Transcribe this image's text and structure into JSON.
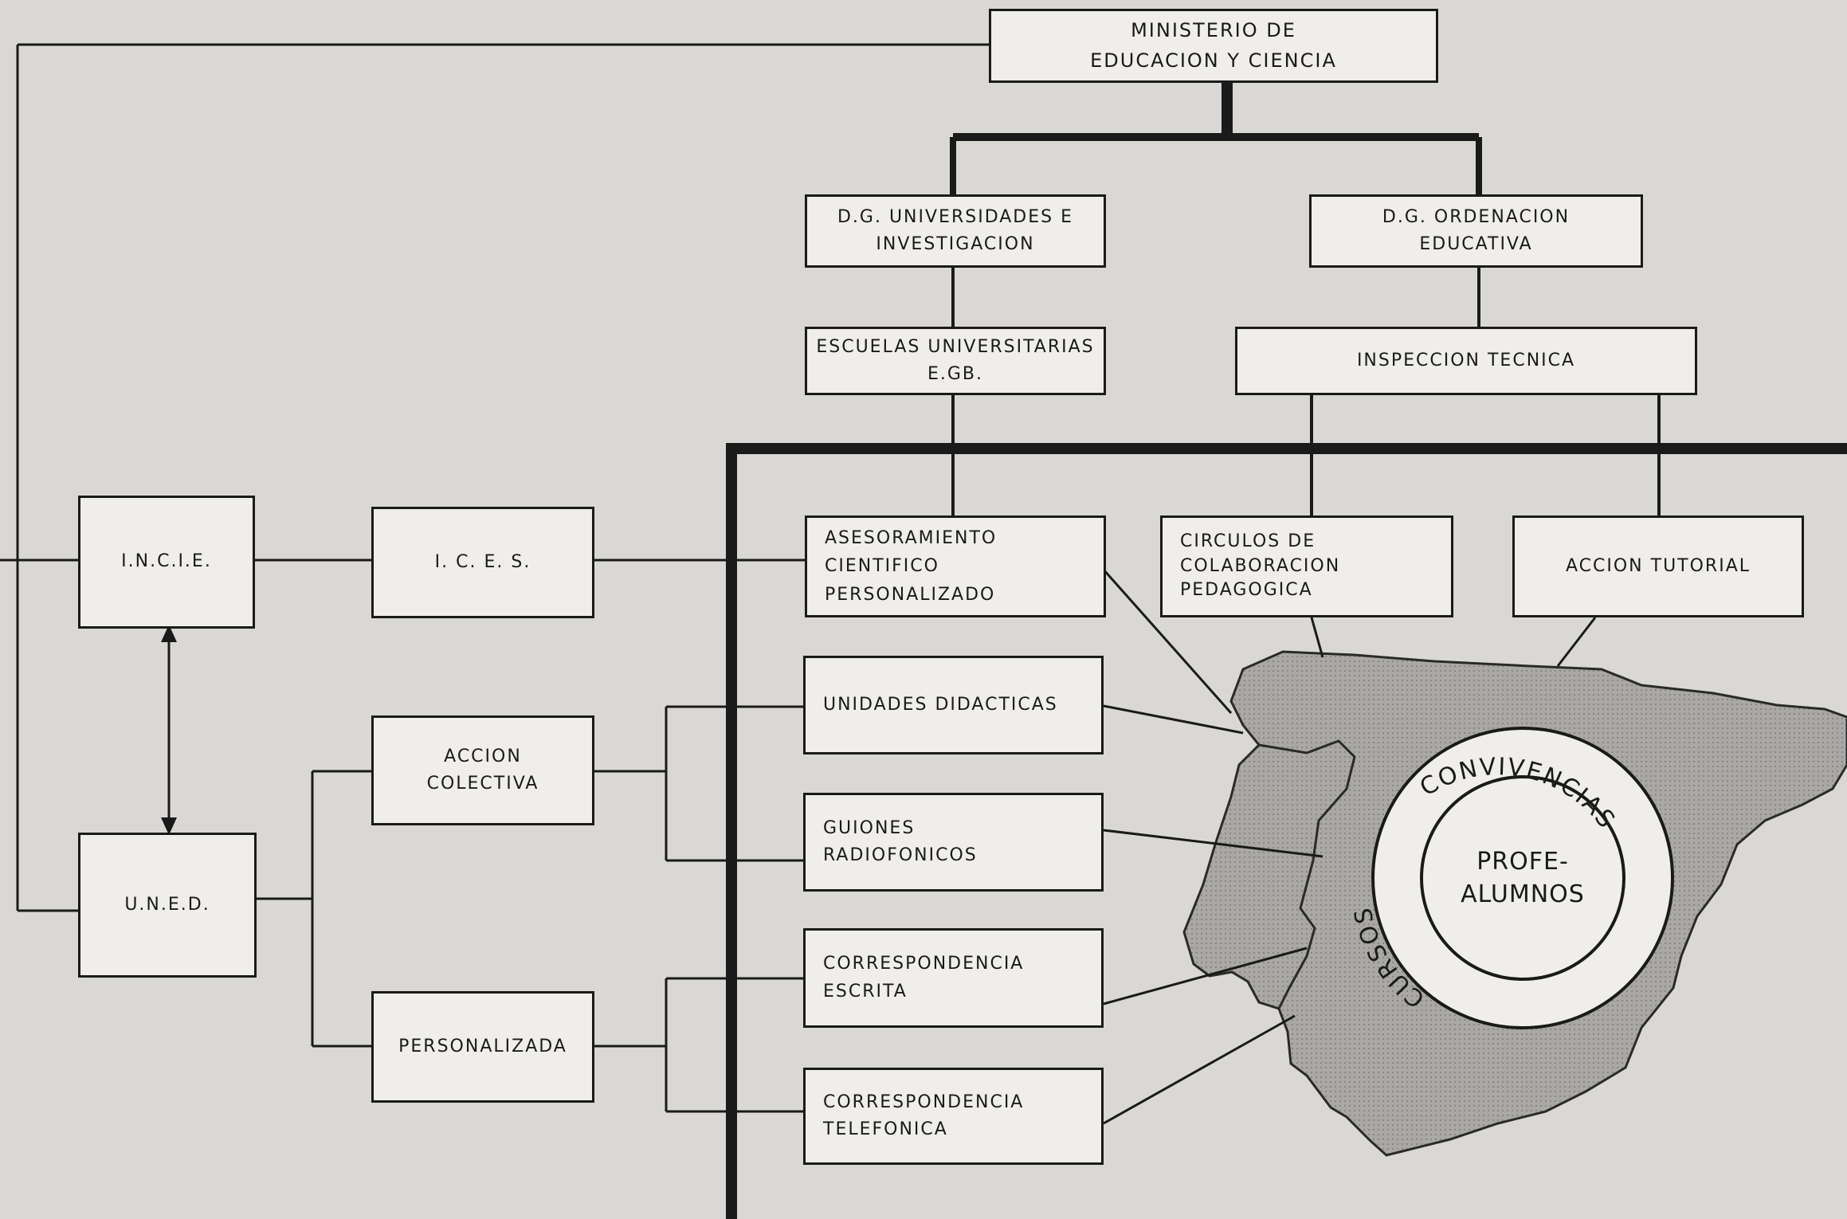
{
  "colors": {
    "ink": "#1a1a1a",
    "paper": "#d9d8d4",
    "box_fill": "#efeeea",
    "map_fill": "#a9a8a4"
  },
  "nodes": {
    "ministerio": "MINISTERIO DE\nEDUCACION  Y  CIENCIA",
    "dg_universidades": "D.G. UNIVERSIDADES  E\nINVESTIGACION",
    "dg_ordenacion": "D.G.  ORDENACION\nEDUCATIVA",
    "escuelas": "ESCUELAS UNIVERSITARIAS\nE.GB.",
    "inspeccion": "INSPECCION  TECNICA",
    "asesoramiento": "ASESORAMIENTO\nCIENTIFICO\nPERSONALIZADO",
    "circulos": "CIRCULOS  DE\nCOLABORACION\nPEDAGOGICA",
    "accion_tutorial": "ACCION  TUTORIAL",
    "incie": "I.N.C.I.E.",
    "ices": "I. C. E. S.",
    "uned": "U.N.E.D.",
    "accion_colectiva": "ACCION\nCOLECTIVA",
    "personalizada": "PERSONALIZADA",
    "unidades": "UNIDADES  DIDACTICAS",
    "guiones": "GUIONES\nRADIOFONICOS",
    "corr_escrita": "CORRESPONDENCIA\nESCRITA",
    "corr_telefonica": "CORRESPONDENCIA\nTELEFONICA"
  },
  "map_labels": {
    "cursos": "CURSOS",
    "convivencias": "CONVIVENCIAS",
    "center": "PROFE-\nALUMNOS"
  }
}
